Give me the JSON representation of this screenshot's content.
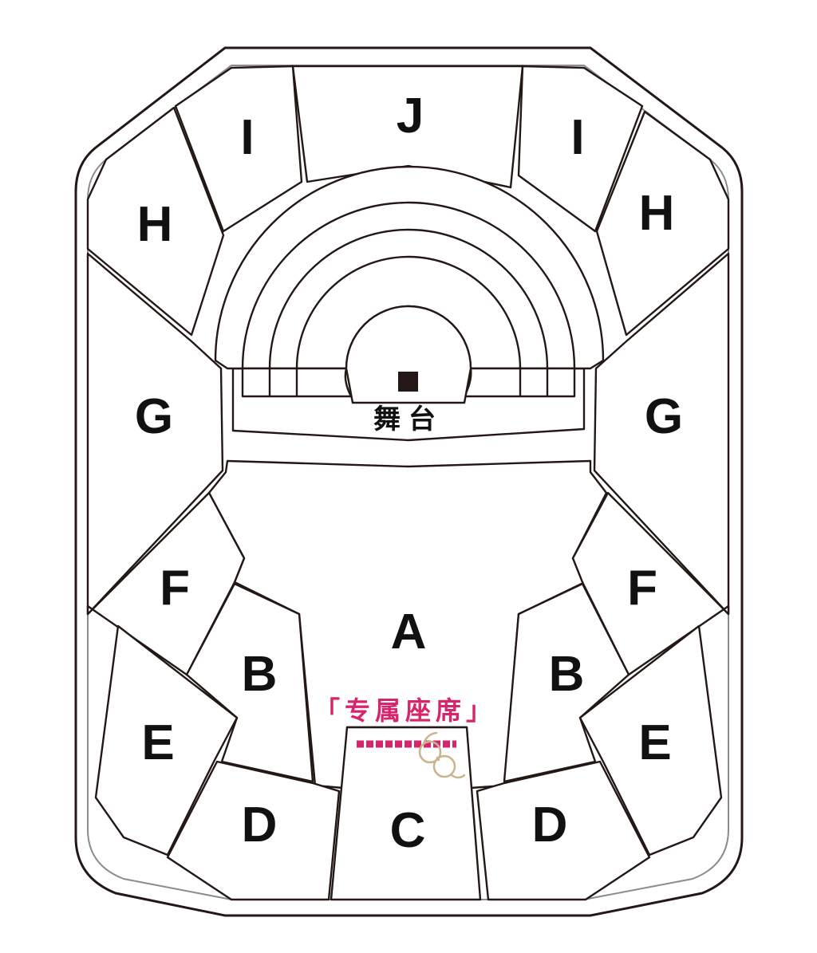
{
  "venue": {
    "stage_label": "舞台",
    "vip_label": "「专属座席」",
    "sections": {
      "A": "A",
      "B": "B",
      "C": "C",
      "D": "D",
      "E": "E",
      "F": "F",
      "G": "G",
      "H": "H",
      "I": "I",
      "J": "J"
    }
  },
  "colors": {
    "outline": "#231815",
    "inner_outline": "#8c8c8c",
    "label": "#111111",
    "vip_accent": "#d6256b",
    "glasses_icon": "#c9b48c"
  },
  "icons": {
    "stage_marker": "black-square-icon",
    "vip_seat_icon": "glasses-icon"
  }
}
